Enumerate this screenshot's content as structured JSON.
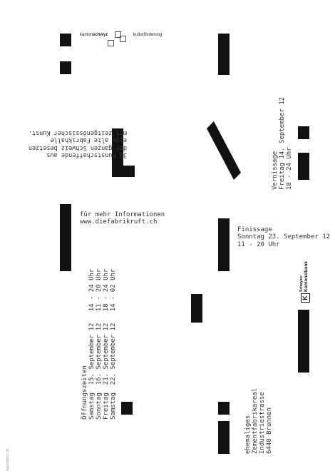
{
  "header": {
    "logo_left_prefix": "kanton",
    "logo_left_bold": "schwyz",
    "logo_right": "kulturförderung"
  },
  "upside_text": {
    "lines": [
      "35 Kunstschaffende aus",
      "der ganzen Schweiz besetzen",
      "eine alte Fabrikhalle",
      "mit zeitgenössischer Kunst."
    ]
  },
  "vernissage": {
    "title": "Vernissage",
    "date": "Freitag 14. September 12",
    "time": "18 - 24 Uhr"
  },
  "info": {
    "line1": "für mehr Informationen",
    "url": "www.diefabrikruft.ch"
  },
  "finissage": {
    "title": "Finissage",
    "date": "Sonntag 23. September 12",
    "time": "11 - 20 Uhr"
  },
  "opening_hours": {
    "heading": "Öffnungszeiten",
    "rows": [
      "Samstag  15. September 12   14 - 24 Uhr",
      "Sonntag  16. September 12   11 - 20 Uhr",
      "Freitag  21. September 12   18 - 24 Uhr",
      "Samstag  22. September 12   14 - 02 Uhr"
    ]
  },
  "location": {
    "lines": [
      "ehemaliges",
      "Zementfabrikareal",
      "Industriestrasse",
      "6440 Brunnen"
    ]
  },
  "bank": {
    "line1": "Schwyzer",
    "line2": "Kantonalbank"
  },
  "credit": "typosalon.ch"
}
